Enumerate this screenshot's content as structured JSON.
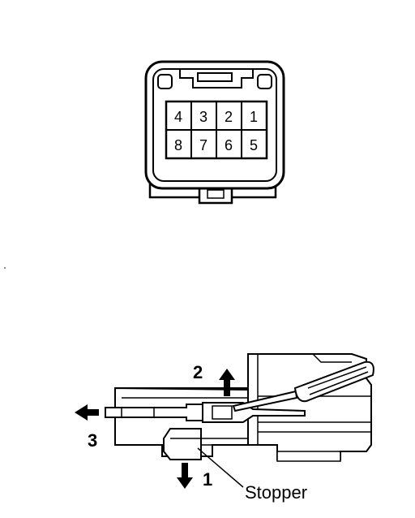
{
  "connector": {
    "pins_top_row": [
      "4",
      "3",
      "2",
      "1"
    ],
    "pins_bottom_row": [
      "8",
      "7",
      "6",
      "5"
    ]
  },
  "removal": {
    "steps": [
      {
        "label": "1",
        "direction": "down"
      },
      {
        "label": "2",
        "direction": "up"
      },
      {
        "label": "3",
        "direction": "left"
      }
    ],
    "callout": "Stopper"
  }
}
